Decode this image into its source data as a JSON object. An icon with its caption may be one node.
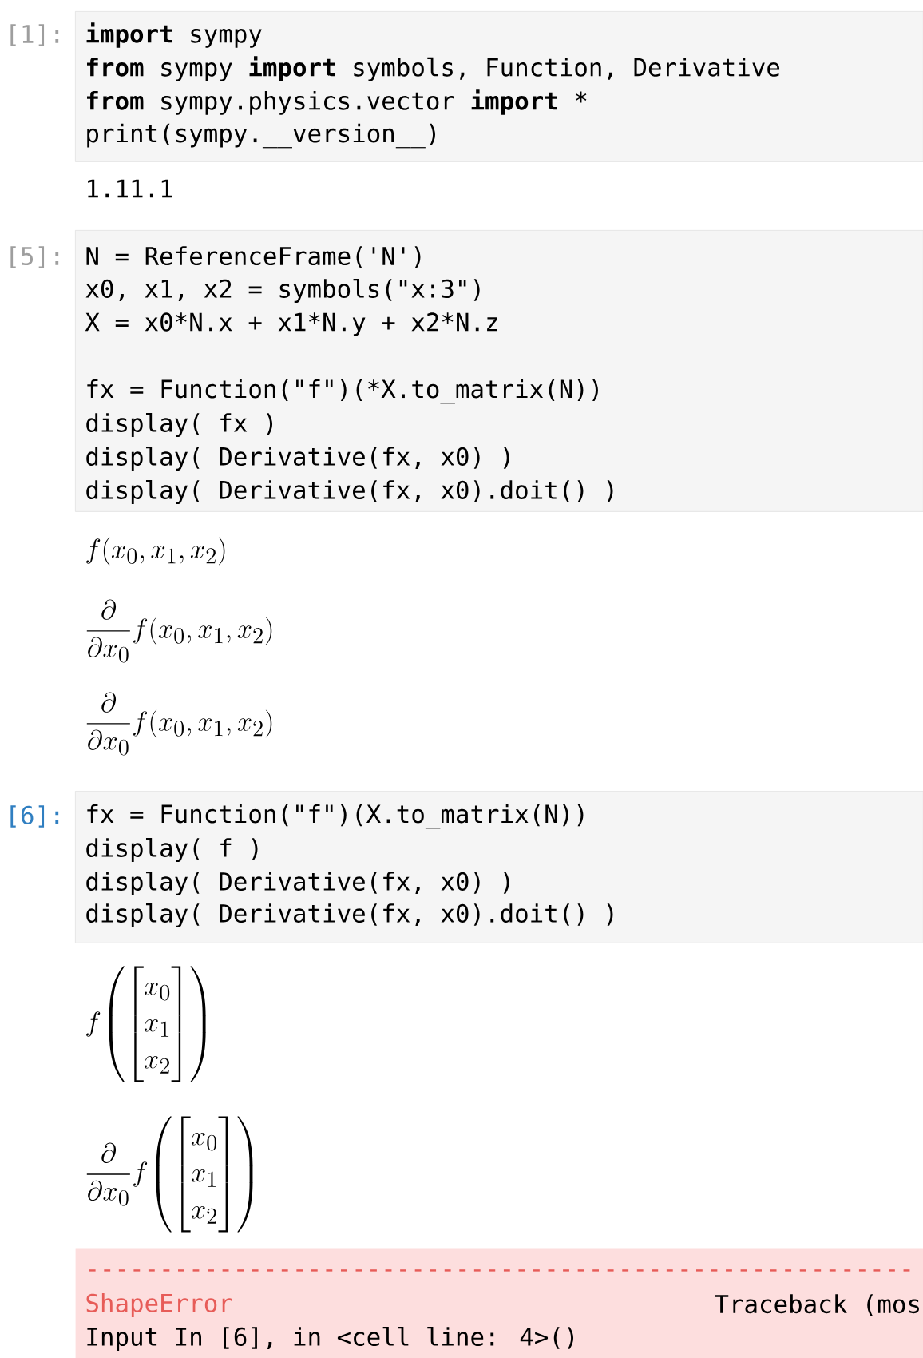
{
  "diagram": {
    "nodes": [
      {
        "text": [
          "**import** sympy",
          "**from** sympy **import** symbols, Function, Derivative",
          "**from** sympy.physics.vector **import** *",
          "print(sympy.__version__)"
        ],
        "beside": [
          "[1]:"
        ]
      },
      {
        "text": [
          "N = ReferenceFrame('N')",
          "x0, x1, x2 = symbols(\"x:3\")",
          "X = x0*N.x + x1*N.y + x2*N.z",
          "fx = Function(\"f\")(*X.to_matrix(N))",
          "display( fx )",
          "display( Derivative(fx, x0) )",
          "display( Derivative(fx, x0).doit() )"
        ],
        "beside": [
          "[5]:"
        ]
      },
      {
        "text": [
          "fx = Function(\"f\")(X.to_matrix(N))",
          "display( f )",
          "display( Derivative(fx, x0) )",
          "display( Derivative(fx, x0).doit() )"
        ],
        "beside": [
          "[6]:"
        ]
      },
      {
        "text": [
          "--------------------------------------------------------",
          "ShapeError",
          "Traceback (mos",
          "Input In [6], in <cell line: 4>()"
        ]
      }
    ],
    "labels": [
      "1.11.1",
      "f{\\left(x_{0},x_{1},x_{2}\\right)}",
      "\\frac{\\partial}{\\partial x_{0}} f{\\left(x_{0},x_{1},x_{2}\\right)}",
      "\\frac{\\partial}{\\partial x_{0}} f{\\left(x_{0},x_{1},x_{2}\\right)}",
      "f{\\left(\\begin{bmatrix}x_{0}\\\\x_{1}\\\\x_{2}\\end{bmatrix}\\right)}",
      "\\frac{\\partial}{\\partial x_{0}} f{\\left(\\begin{bmatrix}x_{0}\\\\x_{1}\\\\x_{2}\\end{bmatrix}\\right)}"
    ]
  }
}
